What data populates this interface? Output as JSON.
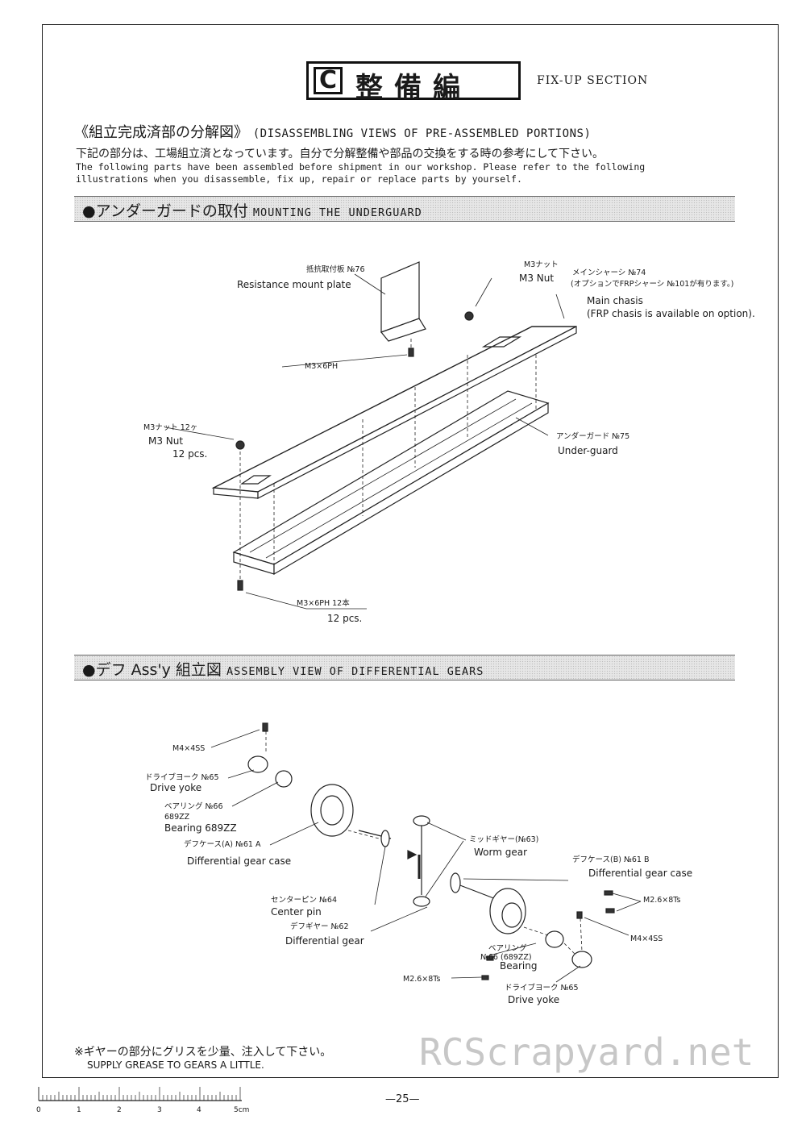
{
  "header": {
    "letter": "C",
    "title_jp": "整備編",
    "title_en": "FIX-UP SECTION"
  },
  "intro": {
    "title_jp": "《組立完成済部の分解図》",
    "title_en": "(DISASSEMBLING VIEWS OF PRE-ASSEMBLED PORTIONS)",
    "line_jp": "下記の部分は、工場組立済となっています。自分で分解整備や部品の交換をする時の参考にして下さい。",
    "line_en_1": "The following parts have been assembled before shipment in our workshop. Please refer to the following",
    "line_en_2": "illustrations when you disassemble, fix up, repair or replace parts by yourself."
  },
  "section1": {
    "title_jp": "●アンダーガードの取付",
    "title_en": "MOUNTING THE UNDERGUARD",
    "labels": {
      "resist_jp": "抵抗取付板 №76",
      "resist_en": "Resistance mount plate",
      "m3nut_top_jp": "M3ナット",
      "m3nut_top_en": "M3 Nut",
      "main_jp": "メインシャーシ №74",
      "main_jp2": "(オプションでFRPシャーシ №101が有ります。)",
      "main_en": "Main chasis",
      "main_en2": "(FRP chasis is available on option).",
      "m3x6ph": "M3×6PH",
      "m3nut12_jp": "M3ナット 12ヶ",
      "m3nut12_en": "M3 Nut",
      "m3nut12_pcs": "12 pcs.",
      "under_jp": "アンダーガード №75",
      "under_en": "Under-guard",
      "m3x6ph12_jp": "M3×6PH 12本",
      "m3x6ph12_pcs": "12 pcs."
    }
  },
  "section2": {
    "title_jp": "●デフ Ass'y 組立図",
    "title_en": "ASSEMBLY VIEW OF DIFFERENTIAL GEARS",
    "labels": {
      "m44ss_a": "M4×4SS",
      "yoke_jp": "ドライブヨーク №65",
      "yoke_en": "Drive yoke",
      "bearing_jp": "ベアリング №66",
      "bearing_code": "689ZZ",
      "bearing_en": "Bearing 689ZZ",
      "casea_jp": "デフケース(A) №61 A",
      "casea_en": "Differential gear case",
      "mid_jp": "ミッドギヤー(№63)",
      "mid_en": "Worm gear",
      "caseb_jp": "デフケース(B) №61 B",
      "caseb_en": "Differential gear case",
      "m268_a": "M2.6×8Ts",
      "pin_jp": "センターピン №64",
      "pin_en": "Center pin",
      "dgear_jp": "デフギヤー №62",
      "dgear_en": "Differential gear",
      "m44ss_b": "M4×4SS",
      "bearing2_jp": "ベアリング",
      "bearing2_code": "№66 (689ZZ)",
      "bearing2_en": "Bearing",
      "m268_b": "M2.6×8Ts",
      "yoke2_jp": "ドライブヨーク №65",
      "yoke2_en": "Drive yoke"
    }
  },
  "footer": {
    "grease_jp": "※ギヤーの部分にグリスを少量、注入して下さい。",
    "grease_en": "SUPPLY GREASE TO GEARS A LITTLE.",
    "page": "—25—",
    "watermark": "RCScrapyard.net",
    "ruler": [
      "0",
      "1",
      "2",
      "3",
      "4",
      "5cm"
    ]
  }
}
